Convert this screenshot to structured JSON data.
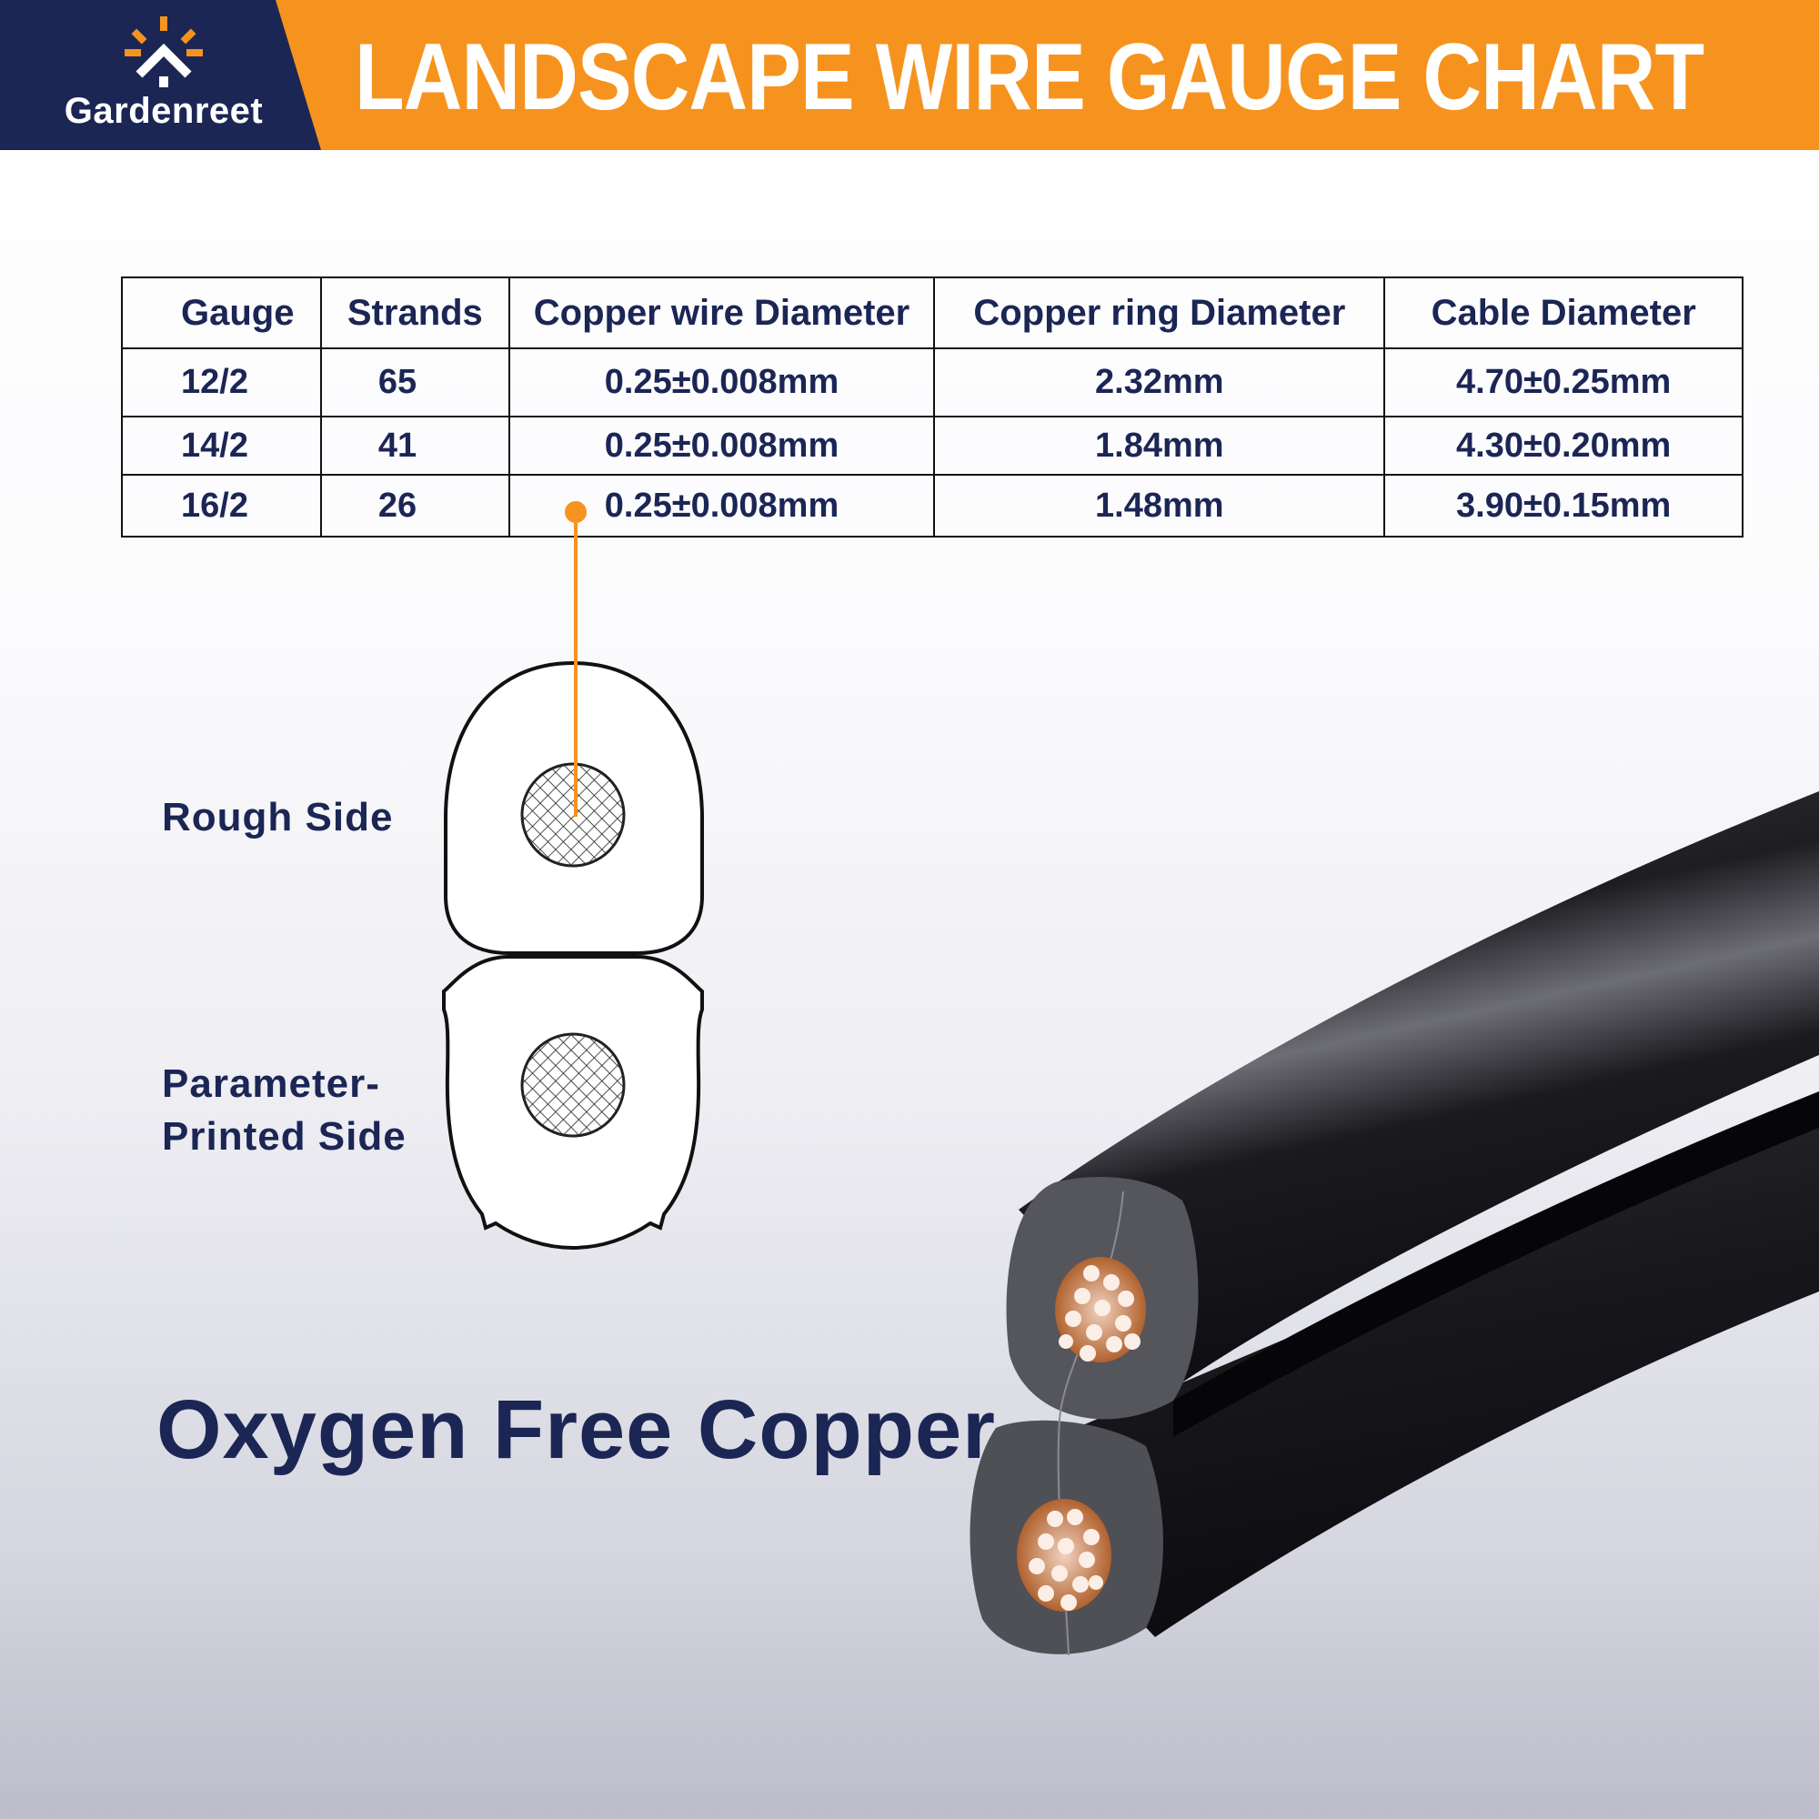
{
  "header": {
    "brand": "Gardenreet",
    "title": "LANDSCAPE WIRE GAUGE CHART",
    "colors": {
      "navy": "#1b2655",
      "orange": "#f6931e",
      "text": "#1b2655"
    }
  },
  "table": {
    "columns": [
      "Gauge",
      "Strands",
      "Copper wire Diameter",
      "Copper ring Diameter",
      "Cable Diameter"
    ],
    "rows": [
      {
        "gauge": "12/2",
        "strands": "65",
        "copper_wire": "0.25±0.008mm",
        "copper_ring": "2.32mm",
        "cable": "4.70±0.25mm"
      },
      {
        "gauge": "14/2",
        "strands": "41",
        "copper_wire": "0.25±0.008mm",
        "copper_ring": "1.84mm",
        "cable": "4.30±0.20mm"
      },
      {
        "gauge": "16/2",
        "strands": "26",
        "copper_wire": "0.25±0.008mm",
        "copper_ring": "1.48mm",
        "cable": "3.90±0.15mm"
      }
    ]
  },
  "diagram": {
    "rough_side_label": "Rough Side",
    "printed_side_label_1": "Parameter-",
    "printed_side_label_2": "Printed Side"
  },
  "tagline": "Oxygen Free Copper",
  "chart_data": {
    "type": "table",
    "title": "LANDSCAPE WIRE GAUGE CHART",
    "columns": [
      "Gauge",
      "Strands",
      "Copper wire Diameter",
      "Copper ring Diameter",
      "Cable Diameter"
    ],
    "rows": [
      [
        "12/2",
        65,
        "0.25±0.008mm",
        "2.32mm",
        "4.70±0.25mm"
      ],
      [
        "14/2",
        41,
        "0.25±0.008mm",
        "1.84mm",
        "4.30±0.20mm"
      ],
      [
        "16/2",
        26,
        "0.25±0.008mm",
        "1.48mm",
        "3.90±0.15mm"
      ]
    ]
  }
}
